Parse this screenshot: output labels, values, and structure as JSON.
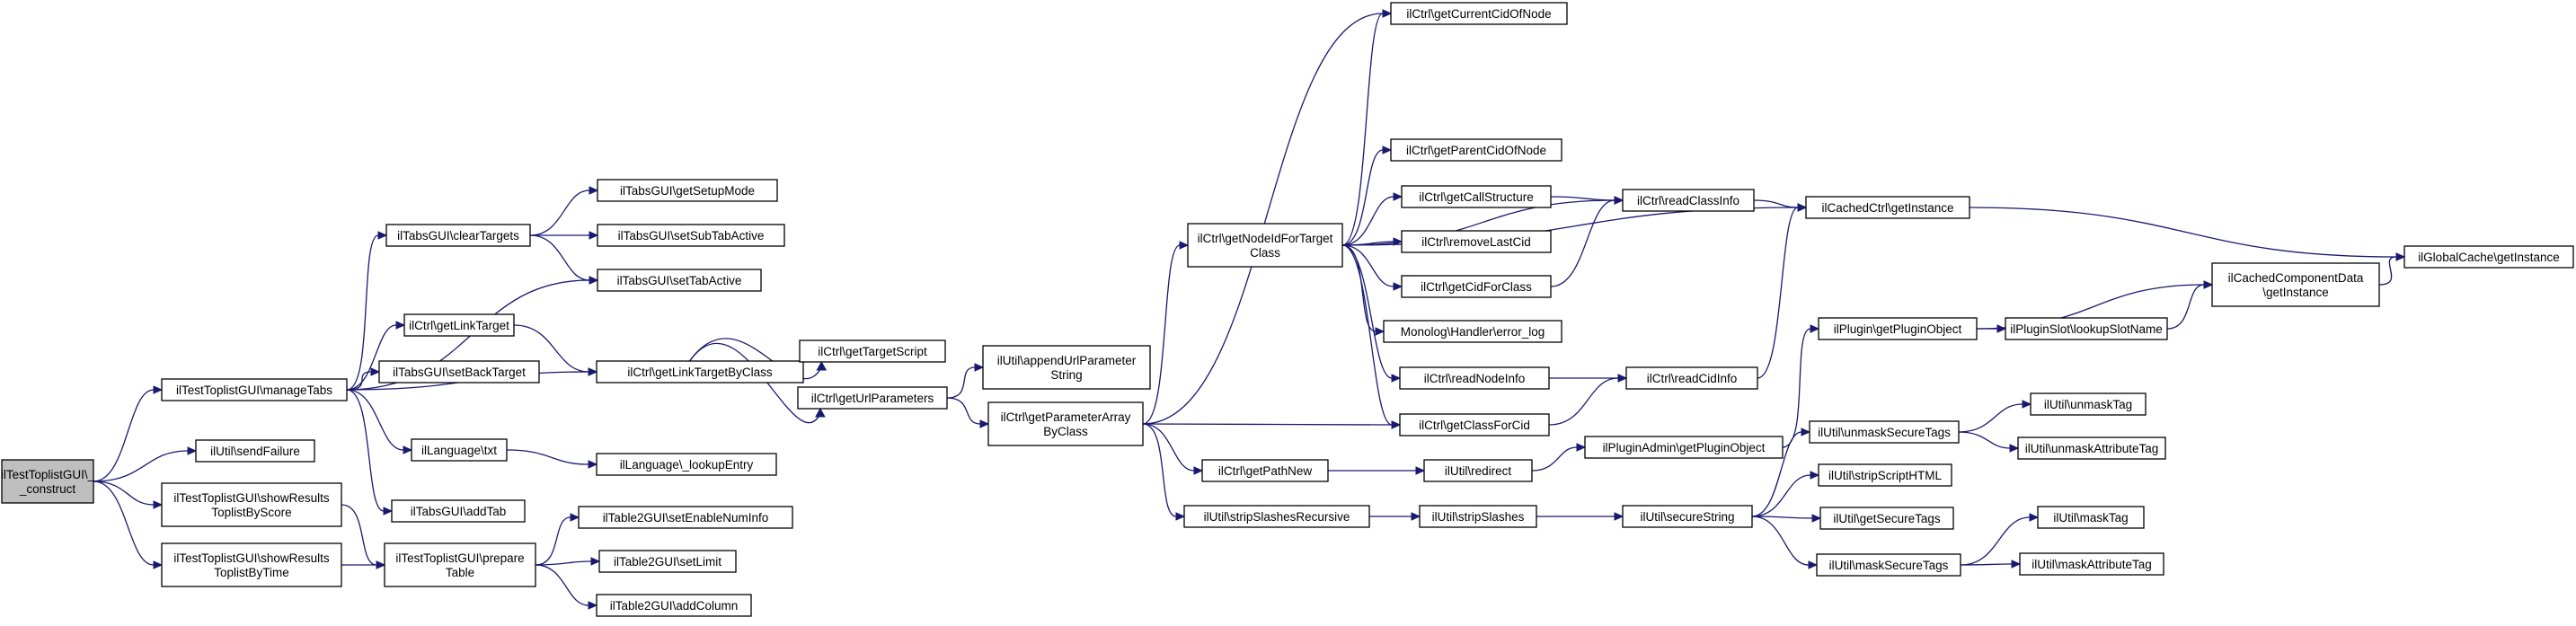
{
  "graph": {
    "nodes": {
      "construct": [
        "ilTestToplistGUI\\_",
        "_construct"
      ],
      "manageTabs": [
        "ilTestToplistGUI\\manageTabs"
      ],
      "sendFailure": [
        "ilUtil\\sendFailure"
      ],
      "showScore": [
        "ilTestToplistGUI\\showResults",
        "ToplistByScore"
      ],
      "showTime": [
        "ilTestToplistGUI\\showResults",
        "ToplistByTime"
      ],
      "clearTargets": [
        "ilTabsGUI\\clearTargets"
      ],
      "getLinkTarget": [
        "ilCtrl\\getLinkTarget"
      ],
      "setBackTarget": [
        "ilTabsGUI\\setBackTarget"
      ],
      "langTxt": [
        "ilLanguage\\txt"
      ],
      "addTab": [
        "ilTabsGUI\\addTab"
      ],
      "prepareTable": [
        "ilTestToplistGUI\\prepare",
        "Table"
      ],
      "getSetupMode": [
        "ilTabsGUI\\getSetupMode"
      ],
      "setSubTabActive": [
        "ilTabsGUI\\setSubTabActive"
      ],
      "setTabActive": [
        "ilTabsGUI\\setTabActive"
      ],
      "getLinkTargetByClass": [
        "ilCtrl\\getLinkTargetByClass"
      ],
      "lookupEntry": [
        "ilLanguage\\_lookupEntry"
      ],
      "setEnableNumInfo": [
        "ilTable2GUI\\setEnableNumInfo"
      ],
      "setLimit": [
        "ilTable2GUI\\setLimit"
      ],
      "addColumn": [
        "ilTable2GUI\\addColumn"
      ],
      "getTargetScript": [
        "ilCtrl\\getTargetScript"
      ],
      "getUrlParameters": [
        "ilCtrl\\getUrlParameters"
      ],
      "appendUrlParameterString": [
        "ilUtil\\appendUrlParameter",
        "String"
      ],
      "getParameterArrayByClass": [
        "ilCtrl\\getParameterArray",
        "ByClass"
      ],
      "getNodeIdForTargetClass": [
        "ilCtrl\\getNodeIdForTarget",
        "Class"
      ],
      "getPathNew": [
        "ilCtrl\\getPathNew"
      ],
      "stripSlashesRecursive": [
        "ilUtil\\stripSlashesRecursive"
      ],
      "getCurrentCidOfNode": [
        "ilCtrl\\getCurrentCidOfNode"
      ],
      "getParentCidOfNode": [
        "ilCtrl\\getParentCidOfNode"
      ],
      "getCallStructure": [
        "ilCtrl\\getCallStructure"
      ],
      "removeLastCid": [
        "ilCtrl\\removeLastCid"
      ],
      "getCidForClass": [
        "ilCtrl\\getCidForClass"
      ],
      "errorLog": [
        "Monolog\\Handler\\error_log"
      ],
      "readNodeInfo": [
        "ilCtrl\\readNodeInfo"
      ],
      "getClassForCid": [
        "ilCtrl\\getClassForCid"
      ],
      "redirect": [
        "ilUtil\\redirect"
      ],
      "stripSlashes": [
        "ilUtil\\stripSlashes"
      ],
      "readClassInfo": [
        "ilCtrl\\readClassInfo"
      ],
      "readCidInfo": [
        "ilCtrl\\readCidInfo"
      ],
      "getPluginObjectAdmin": [
        "ilPluginAdmin\\getPluginObject"
      ],
      "secureString": [
        "ilUtil\\secureString"
      ],
      "cachedCtrlGetInstance": [
        "ilCachedCtrl\\getInstance"
      ],
      "pluginGetPluginObject": [
        "ilPlugin\\getPluginObject"
      ],
      "lookupSlotName": [
        "ilPluginSlot\\lookupSlotName"
      ],
      "unmaskSecureTags": [
        "ilUtil\\unmaskSecureTags"
      ],
      "stripScriptHTML": [
        "ilUtil\\stripScriptHTML"
      ],
      "getSecureTags": [
        "ilUtil\\getSecureTags"
      ],
      "maskSecureTags": [
        "ilUtil\\maskSecureTags"
      ],
      "cachedComponentData": [
        "ilCachedComponentData",
        "\\getInstance"
      ],
      "unmaskTag": [
        "ilUtil\\unmaskTag"
      ],
      "unmaskAttributeTag": [
        "ilUtil\\unmaskAttributeTag"
      ],
      "maskTag": [
        "ilUtil\\maskTag"
      ],
      "maskAttributeTag": [
        "ilUtil\\maskAttributeTag"
      ],
      "globalCache": [
        "ilGlobalCache\\getInstance"
      ]
    },
    "edges": [
      [
        "construct",
        "manageTabs"
      ],
      [
        "construct",
        "sendFailure"
      ],
      [
        "construct",
        "showScore"
      ],
      [
        "construct",
        "showTime"
      ],
      [
        "manageTabs",
        "clearTargets"
      ],
      [
        "manageTabs",
        "setTabActive"
      ],
      [
        "manageTabs",
        "getLinkTarget"
      ],
      [
        "manageTabs",
        "setBackTarget"
      ],
      [
        "manageTabs",
        "getLinkTargetByClass"
      ],
      [
        "manageTabs",
        "langTxt"
      ],
      [
        "manageTabs",
        "addTab"
      ],
      [
        "showScore",
        "prepareTable"
      ],
      [
        "showTime",
        "prepareTable"
      ],
      [
        "clearTargets",
        "getSetupMode"
      ],
      [
        "clearTargets",
        "setSubTabActive"
      ],
      [
        "clearTargets",
        "setTabActive"
      ],
      [
        "getLinkTarget",
        "getLinkTargetByClass"
      ],
      [
        "langTxt",
        "lookupEntry"
      ],
      [
        "prepareTable",
        "setEnableNumInfo"
      ],
      [
        "prepareTable",
        "setLimit"
      ],
      [
        "prepareTable",
        "addColumn"
      ],
      [
        "getLinkTargetByClass",
        "getTargetScript"
      ],
      [
        "getLinkTargetByClass",
        "getUrlParameters"
      ],
      [
        "getUrlParameters",
        "appendUrlParameterString"
      ],
      [
        "getUrlParameters",
        "getParameterArrayByClass"
      ],
      [
        "getParameterArrayByClass",
        "getCurrentCidOfNode"
      ],
      [
        "getParameterArrayByClass",
        "getNodeIdForTargetClass"
      ],
      [
        "getParameterArrayByClass",
        "getClassForCid"
      ],
      [
        "getParameterArrayByClass",
        "getPathNew"
      ],
      [
        "getParameterArrayByClass",
        "stripSlashesRecursive"
      ],
      [
        "getNodeIdForTargetClass",
        "getCurrentCidOfNode"
      ],
      [
        "getNodeIdForTargetClass",
        "cachedCtrlGetInstance"
      ],
      [
        "getNodeIdForTargetClass",
        "getParentCidOfNode"
      ],
      [
        "getNodeIdForTargetClass",
        "getCallStructure"
      ],
      [
        "getNodeIdForTargetClass",
        "readClassInfo"
      ],
      [
        "getNodeIdForTargetClass",
        "removeLastCid"
      ],
      [
        "getNodeIdForTargetClass",
        "getCidForClass"
      ],
      [
        "getNodeIdForTargetClass",
        "errorLog"
      ],
      [
        "getNodeIdForTargetClass",
        "readNodeInfo"
      ],
      [
        "getNodeIdForTargetClass",
        "getClassForCid"
      ],
      [
        "getCallStructure",
        "readClassInfo"
      ],
      [
        "getCidForClass",
        "readClassInfo"
      ],
      [
        "readNodeInfo",
        "readCidInfo"
      ],
      [
        "getClassForCid",
        "readCidInfo"
      ],
      [
        "readClassInfo",
        "cachedCtrlGetInstance"
      ],
      [
        "readCidInfo",
        "cachedCtrlGetInstance"
      ],
      [
        "getPathNew",
        "redirect"
      ],
      [
        "redirect",
        "getPluginObjectAdmin"
      ],
      [
        "getPluginObjectAdmin",
        "pluginGetPluginObject"
      ],
      [
        "stripSlashesRecursive",
        "stripSlashes"
      ],
      [
        "stripSlashes",
        "secureString"
      ],
      [
        "secureString",
        "unmaskSecureTags"
      ],
      [
        "secureString",
        "stripScriptHTML"
      ],
      [
        "secureString",
        "getSecureTags"
      ],
      [
        "secureString",
        "maskSecureTags"
      ],
      [
        "unmaskSecureTags",
        "unmaskTag"
      ],
      [
        "unmaskSecureTags",
        "unmaskAttributeTag"
      ],
      [
        "maskSecureTags",
        "maskTag"
      ],
      [
        "maskSecureTags",
        "maskAttributeTag"
      ],
      [
        "pluginGetPluginObject",
        "lookupSlotName"
      ],
      [
        "pluginGetPluginObject",
        "cachedComponentData"
      ],
      [
        "lookupSlotName",
        "cachedComponentData"
      ],
      [
        "cachedCtrlGetInstance",
        "globalCache"
      ],
      [
        "cachedComponentData",
        "globalCache"
      ]
    ]
  }
}
